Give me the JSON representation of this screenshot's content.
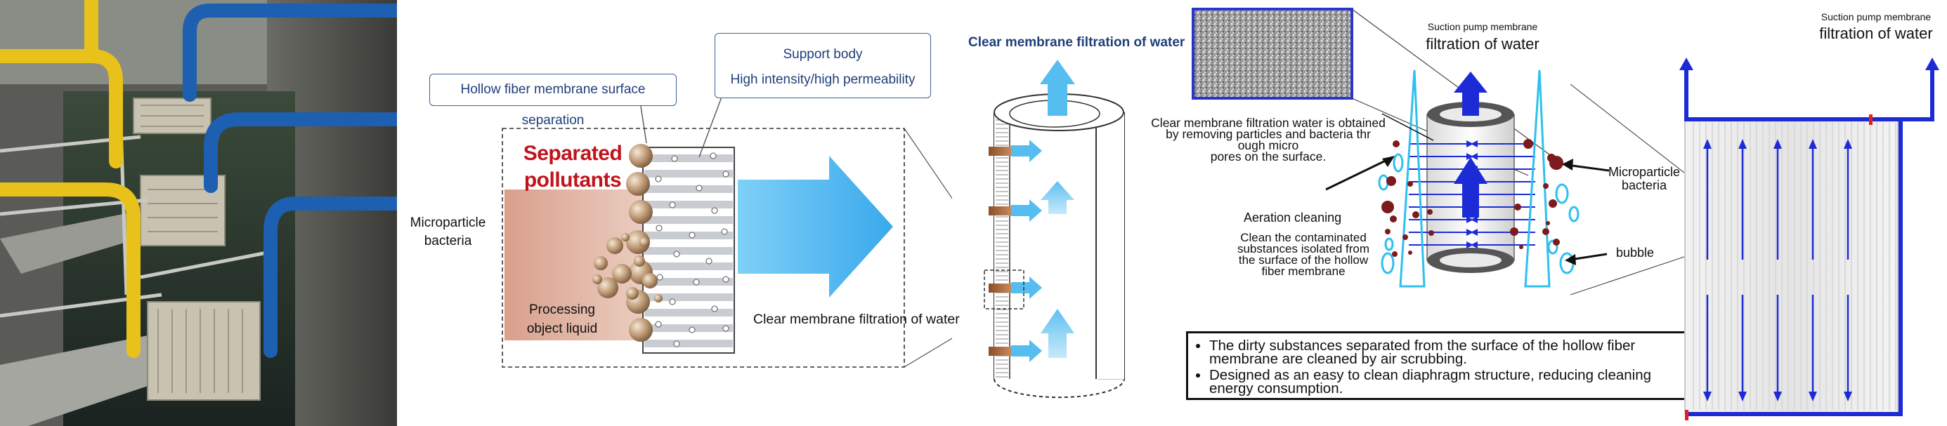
{
  "panel2": {
    "callout_surface": "Hollow fiber membrane surface separation",
    "callout_support_line1": "Support body",
    "callout_support_line2": "High intensity/high permeability",
    "separated_line1": "Separated",
    "separated_line2": "pollutants",
    "microparticle_line1": "Microparticle",
    "microparticle_line2": "bacteria",
    "processing_line1": "Processing",
    "processing_line2": "object liquid",
    "clear_filtration": "Clear membrane filtration of water"
  },
  "panel3": {
    "title": "Clear membrane filtration of water"
  },
  "panel4": {
    "suction_small": "Suction pump membrane",
    "suction_big": "filtration of water",
    "clear_desc_line1": "Clear membrane filtration water is obtained",
    "clear_desc_line2": "by removing particles and bacteria thr",
    "clear_desc_line3": "ough micro",
    "clear_desc_line4": "pores on the surface.",
    "aeration": "Aeration cleaning",
    "clean_line1": "Clean the contaminated",
    "clean_line2": "substances isolated from",
    "clean_line3": "the surface of the hollow",
    "clean_line4": "fiber membrane",
    "microparticle_line1": "Microparticle",
    "microparticle_line2": "bacteria",
    "bubble": "bubble",
    "notes": [
      "The dirty substances separated from the surface of the hollow fiber membrane are cleaned by air scrubbing.",
      "Designed as an easy to clean diaphragm structure, reducing cleaning energy consumption."
    ]
  },
  "panel5": {
    "suction_small": "Suction pump membrane",
    "suction_big": "filtration of water"
  },
  "colors": {
    "navy_text": "#1f3f7a",
    "pollutant_red": "#c0141c",
    "arrow_blue": "#1d2bd6",
    "light_blue": "#6fc8f3",
    "cyan_outline": "#2ec0ee",
    "bacteria": "#7d1a1e"
  }
}
